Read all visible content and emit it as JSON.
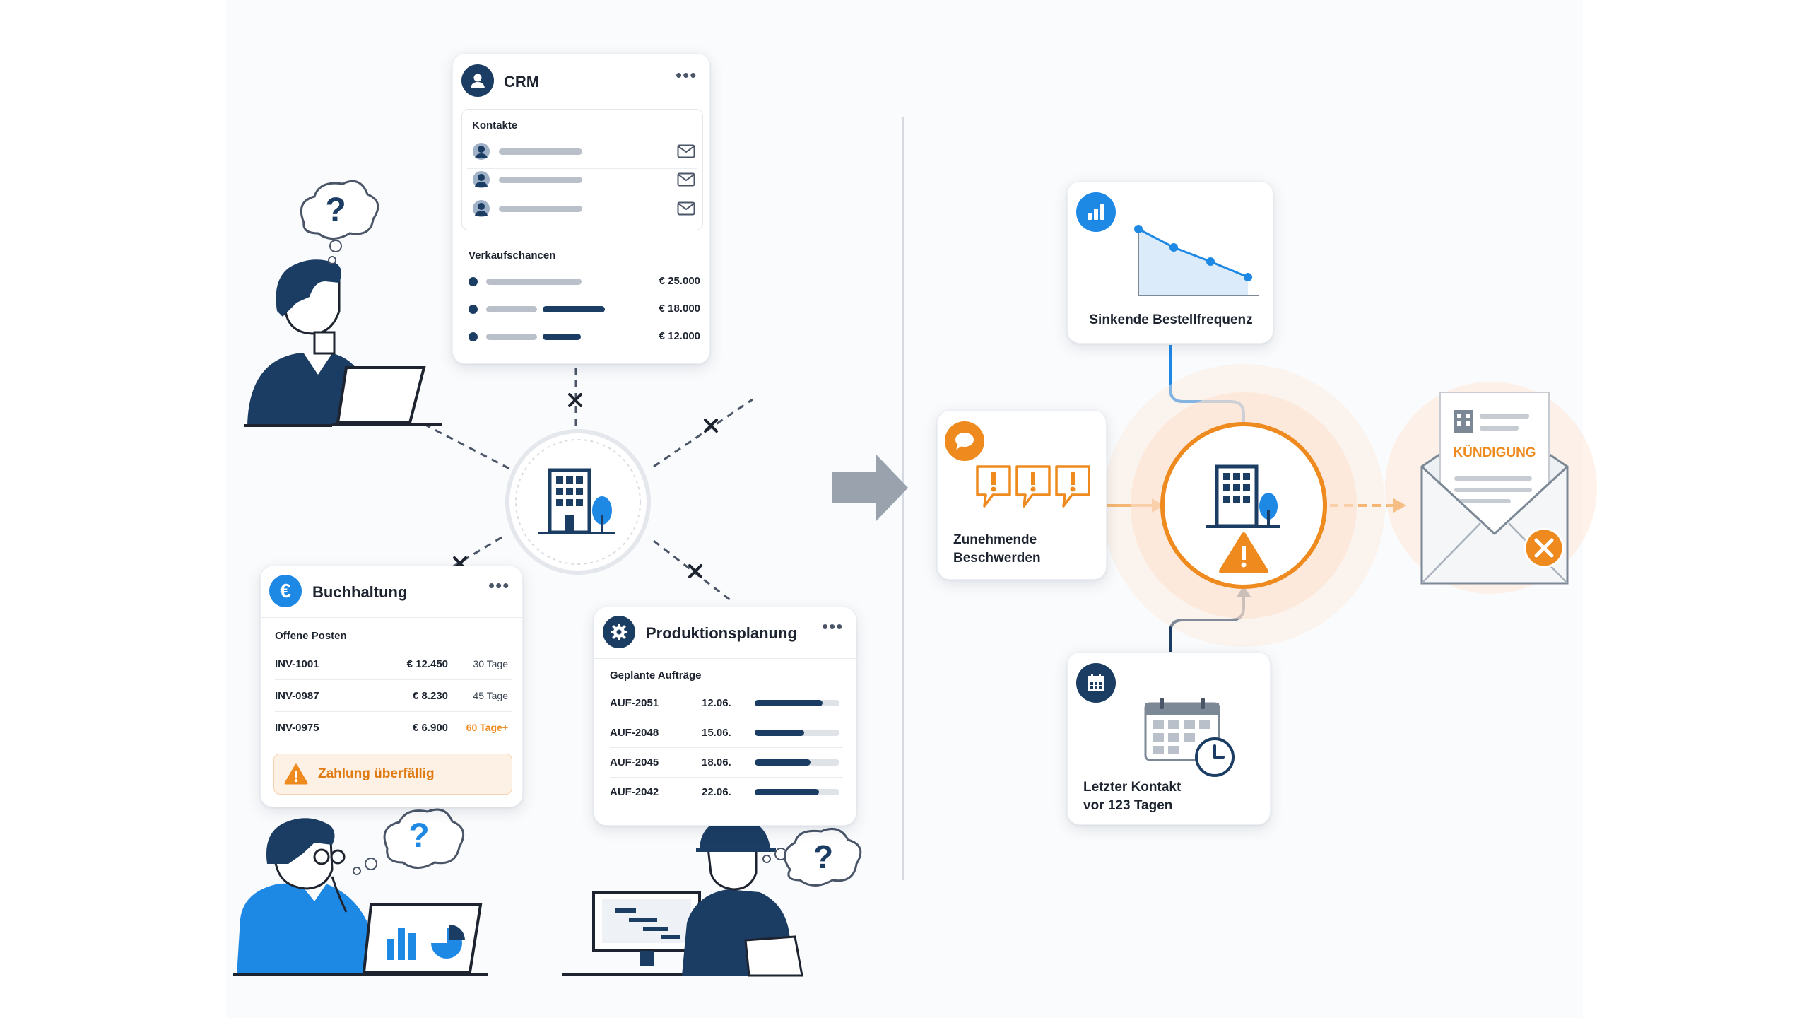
{
  "crm": {
    "title": "CRM",
    "contacts_label": "Kontakte",
    "opportunities_label": "Verkaufschancen",
    "opportunities": [
      {
        "value": "€ 25.000",
        "fill": 0.0
      },
      {
        "value": "€ 18.000",
        "fill": 0.75
      },
      {
        "value": "€ 12.000",
        "fill": 0.4
      }
    ]
  },
  "accounting": {
    "title": "Buchhaltung",
    "section_label": "Offene Posten",
    "rows": [
      {
        "id": "INV-1001",
        "amount": "€ 12.450",
        "age": "30 Tage"
      },
      {
        "id": "INV-0987",
        "amount": "€ 8.230",
        "age": "45 Tage"
      },
      {
        "id": "INV-0975",
        "amount": "€ 6.900",
        "age": "60 Tage+"
      }
    ],
    "alert": "Zahlung überfällig"
  },
  "production": {
    "title": "Produktionsplanung",
    "section_label": "Geplante Aufträge",
    "rows": [
      {
        "id": "AUF-2051",
        "date": "12.06.",
        "progress": 0.8
      },
      {
        "id": "AUF-2048",
        "date": "15.06.",
        "progress": 0.58
      },
      {
        "id": "AUF-2045",
        "date": "18.06.",
        "progress": 0.66
      },
      {
        "id": "AUF-2042",
        "date": "22.06.",
        "progress": 0.76
      }
    ]
  },
  "signals": {
    "order_frequency": "Sinkende Bestellfrequenz",
    "complaints": "Zunehmende Beschwerden",
    "last_contact": "Letzter Kontakt vor 123 Tagen",
    "termination": "KÜNDIGUNG"
  },
  "thought_mark": "?",
  "colors": {
    "navy": "#1c3d63",
    "blue": "#1e88e5",
    "orange": "#ee8a1e",
    "gray": "#b9c0c9"
  },
  "icons": [
    "user-icon",
    "mail-icon",
    "euro-icon",
    "gear-icon",
    "warning-icon",
    "building-icon",
    "tree-icon",
    "chart-icon",
    "chat-icon",
    "calendar-icon",
    "clock-icon",
    "envelope-icon",
    "close-icon",
    "arrow-right-icon"
  ]
}
